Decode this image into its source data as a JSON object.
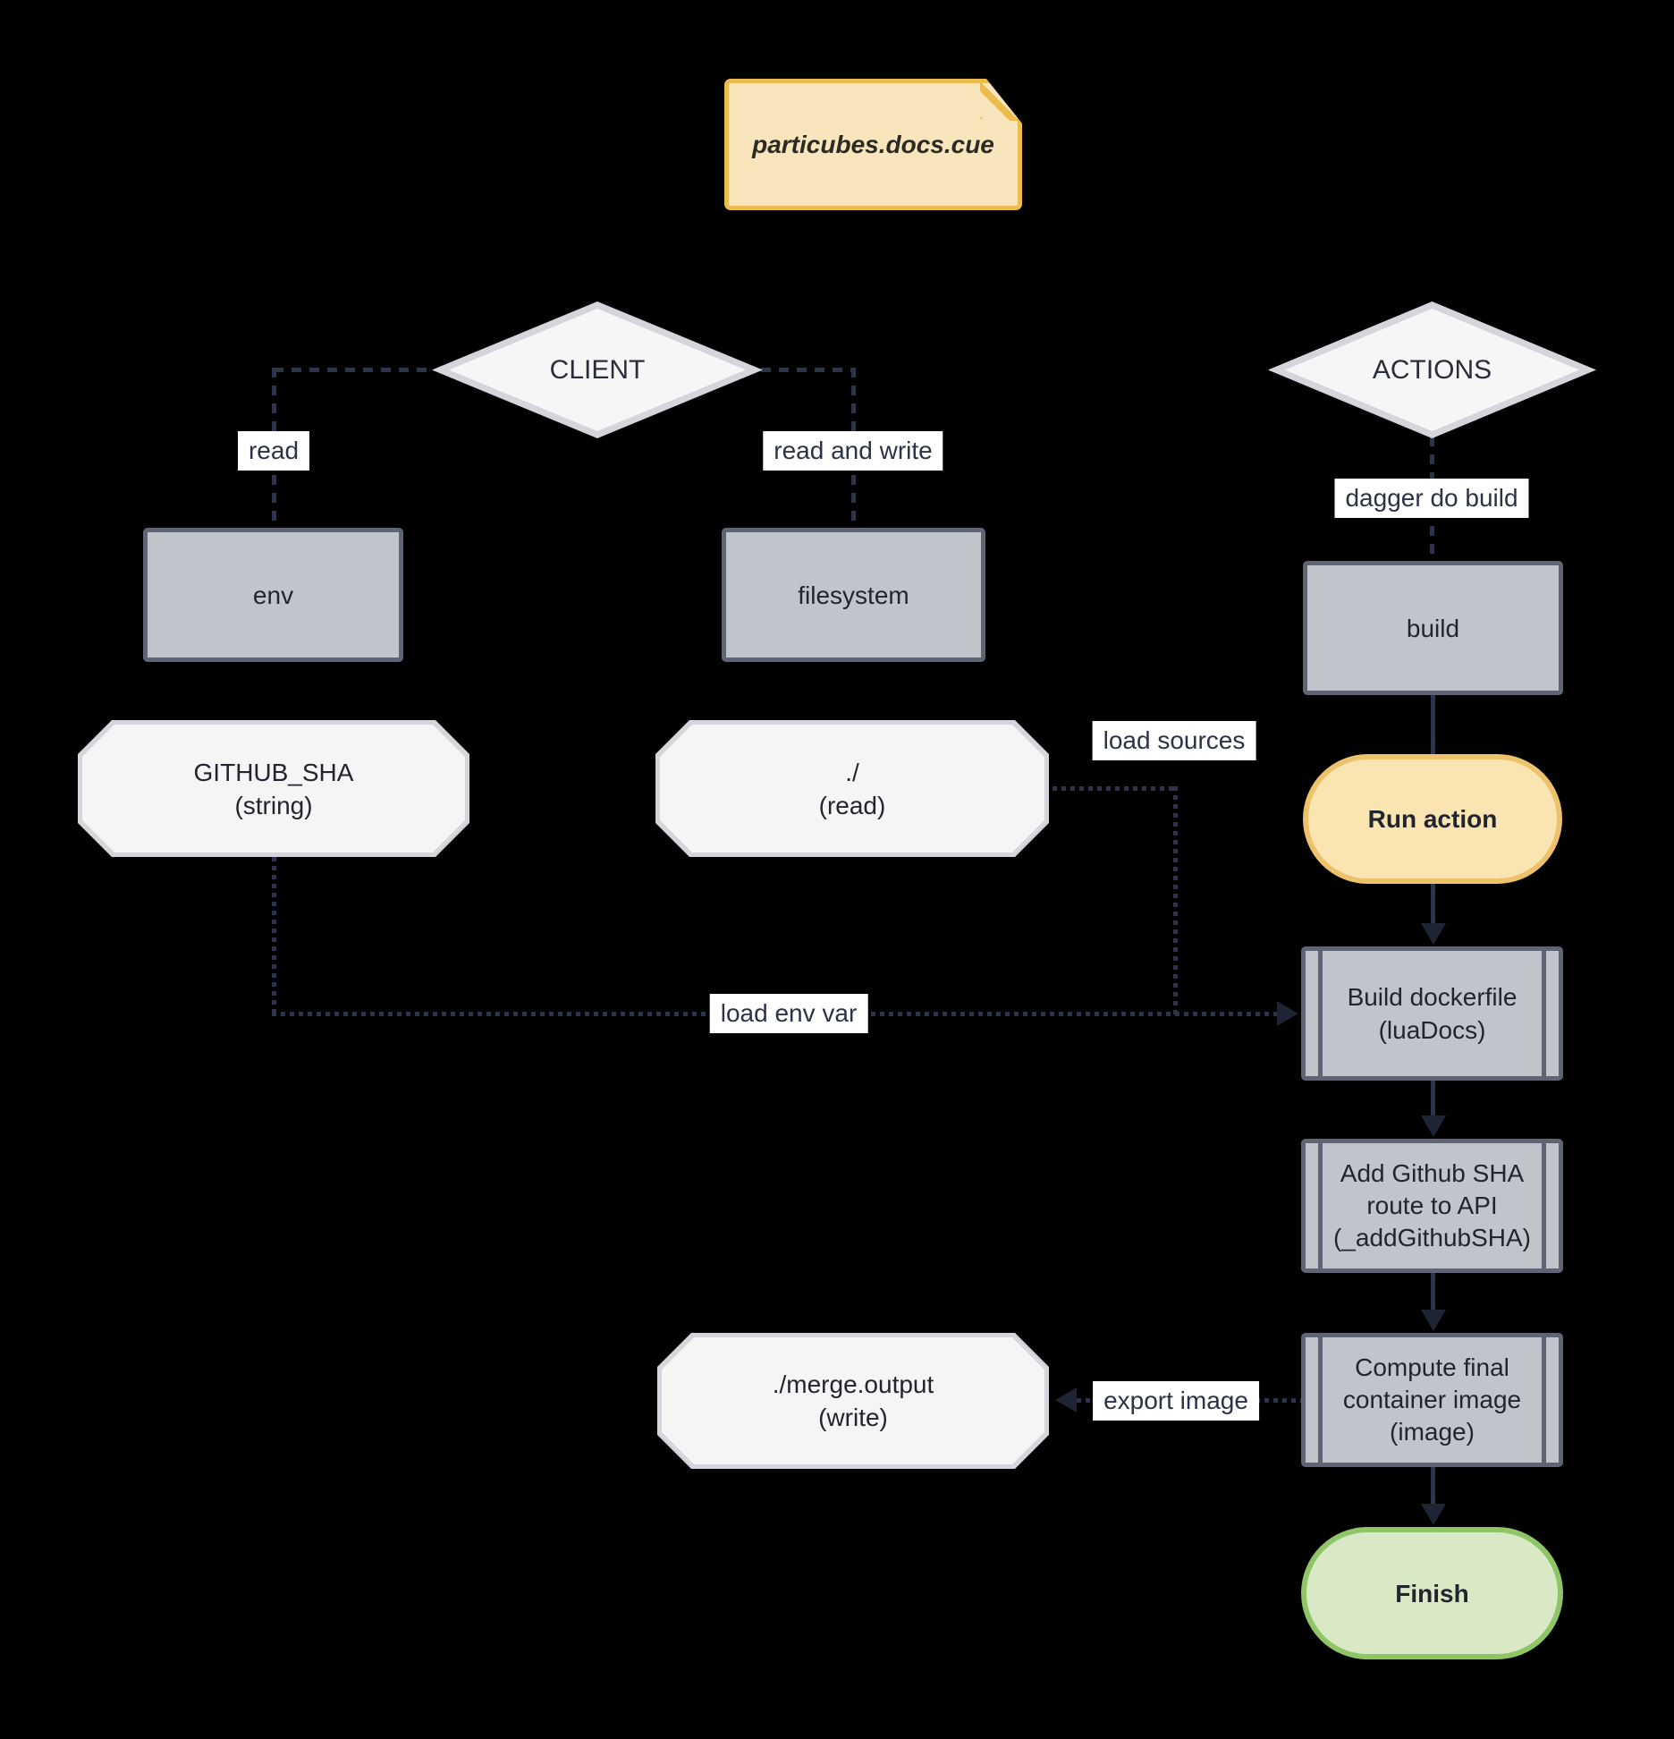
{
  "note": {
    "title": "particubes.docs.cue"
  },
  "client": {
    "title": "CLIENT",
    "read_label": "read",
    "read_write_label": "read and write",
    "env": "env",
    "filesystem": "filesystem",
    "github_sha": {
      "line1": "GITHUB_SHA",
      "line2": "(string)"
    },
    "source_dir": {
      "line1": "./",
      "line2": "(read)"
    },
    "merge_output": {
      "line1": "./merge.output",
      "line2": "(write)"
    }
  },
  "actions": {
    "title": "ACTIONS",
    "dagger_label": "dagger do build",
    "build": "build",
    "run_action": "Run action",
    "build_dockerfile": {
      "line1": "Build dockerfile",
      "line2": "(luaDocs)"
    },
    "add_github_sha": {
      "line1": "Add Github SHA",
      "line2": "route to API",
      "line3": "(_addGithubSHA)"
    },
    "compute_image": {
      "line1": "Compute final",
      "line2": "container image",
      "line3": "(image)"
    },
    "finish": "Finish"
  },
  "edges": {
    "load_sources": "load sources",
    "load_env_var": "load env var",
    "export_image": "export image"
  },
  "colors": {
    "background": "#000000",
    "note_fill": "#f8e5bb",
    "note_border": "#ecbc4f",
    "light_node_fill": "#f6f6f7",
    "light_node_border": "#d6d5dc",
    "gray_node_fill": "#c2c4cc",
    "gray_node_border": "#5f6575",
    "run_action_fill": "#f9e4b2",
    "run_action_border": "#eec26c",
    "finish_fill": "#d9e9c6",
    "finish_border": "#8ec566",
    "edge_line": "#2d3349",
    "edge_label_bg": "#ffffff",
    "edge_label_text": "#2c3247"
  }
}
